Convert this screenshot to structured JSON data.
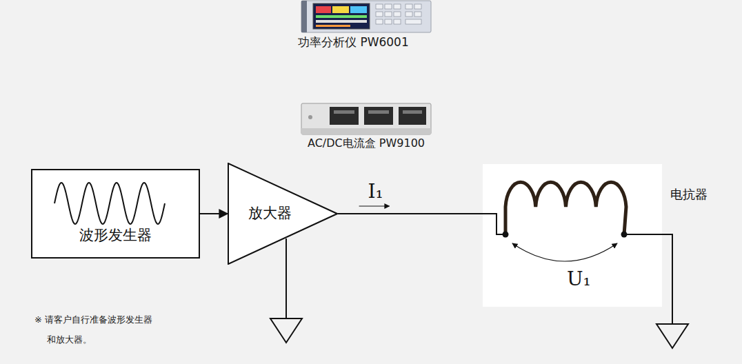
{
  "diagram": {
    "nodes": [
      {
        "text": [
          "波形发生器"
        ]
      },
      {
        "text": [
          "放大器"
        ]
      },
      {
        "text": [
          "电抗器",
          "U₁"
        ]
      }
    ],
    "edges": [
      {
        "from": 0,
        "to": 1,
        "arrow": "to"
      },
      {
        "from": 1,
        "to": 2,
        "arrow": "none",
        "label": "I₁"
      }
    ],
    "labels": [
      "功率分析仪 PW6001",
      "AC/DC电流盒 PW9100",
      "※ 请客户自行准备波形发生器 和放大器。"
    ]
  }
}
